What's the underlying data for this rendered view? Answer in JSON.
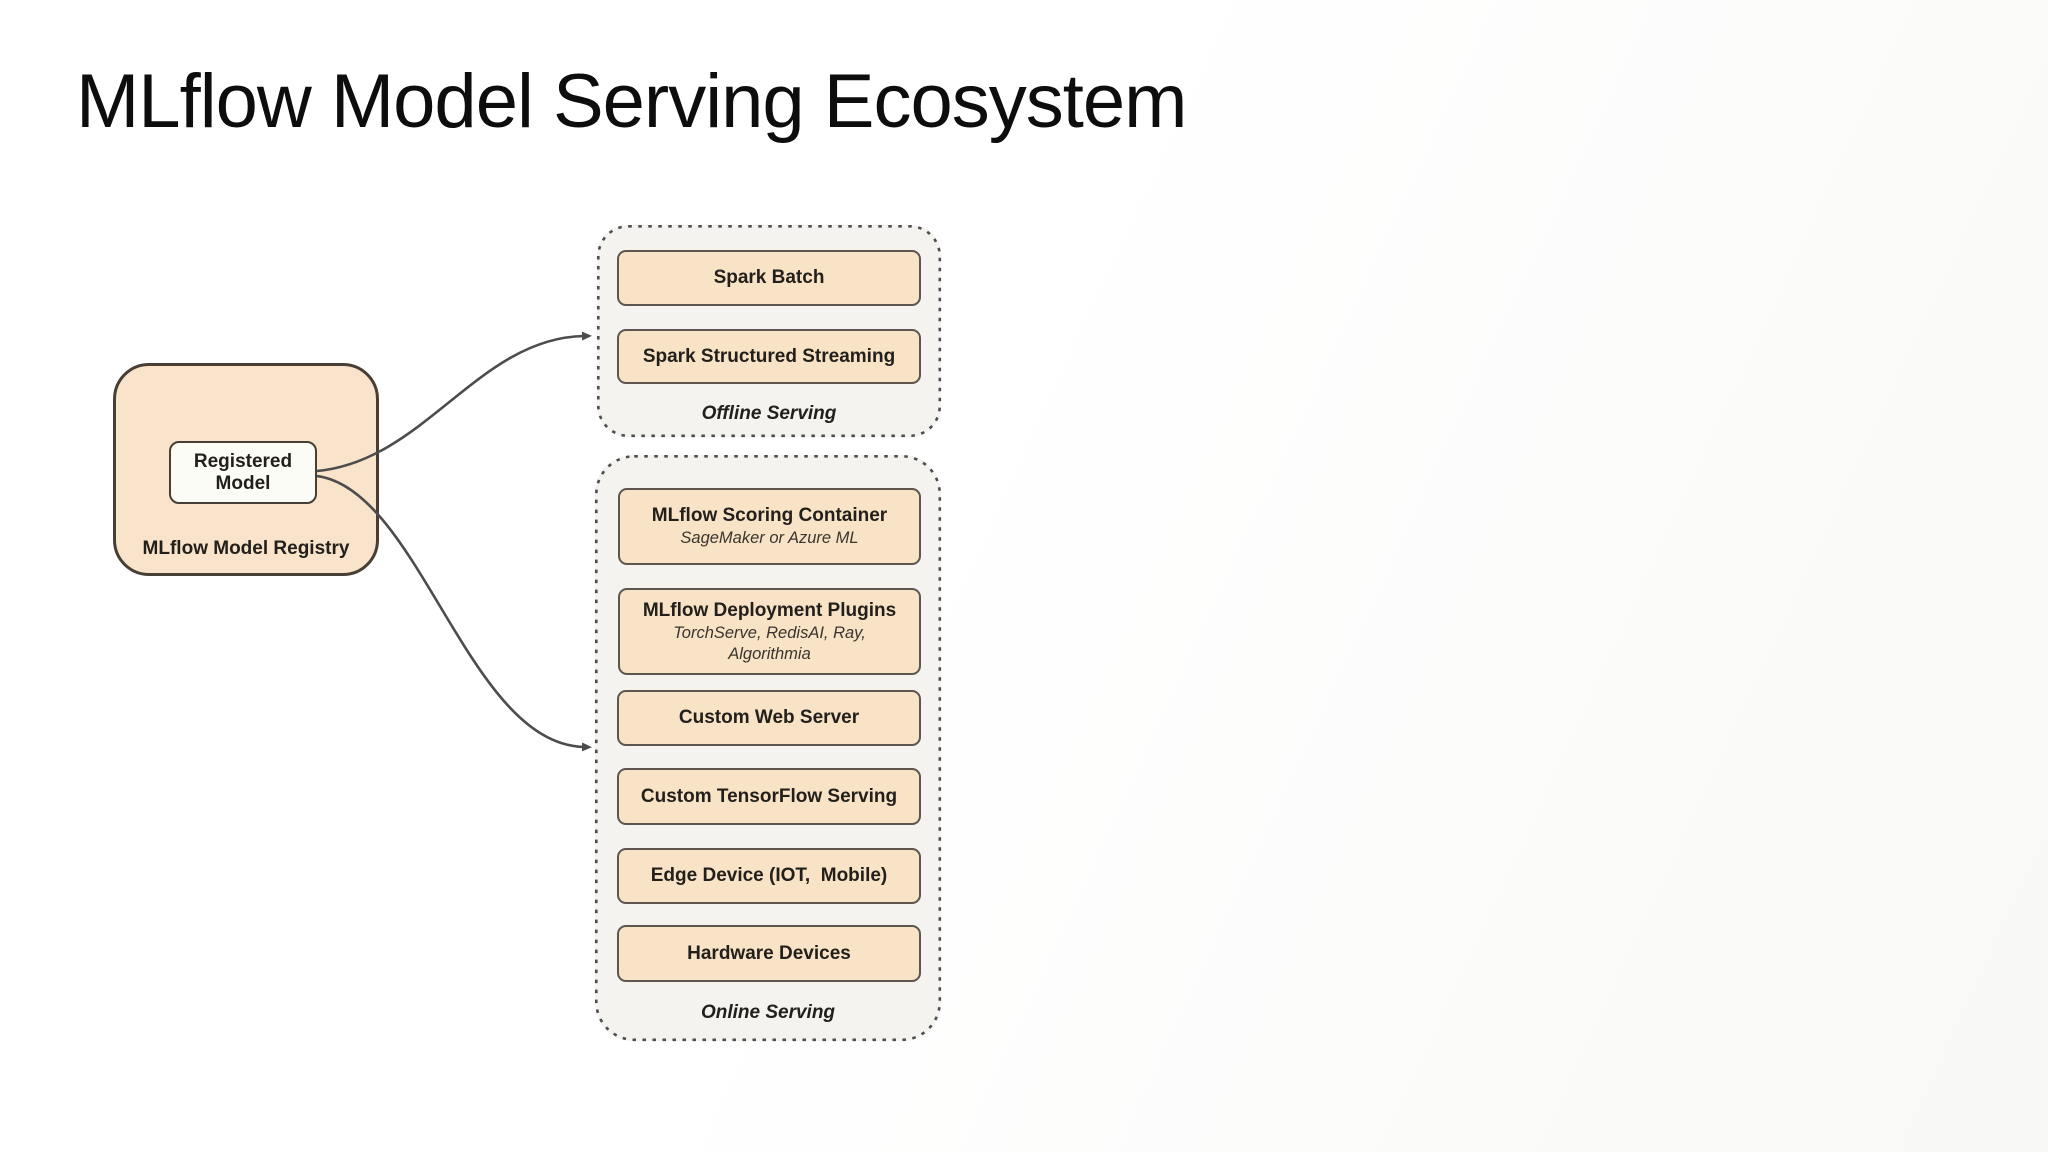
{
  "title": "MLflow Model Serving Ecosystem",
  "registry": {
    "node_label": "Registered\nModel",
    "label": "MLflow Model Registry"
  },
  "offline": {
    "label": "Offline Serving",
    "nodes": [
      {
        "title": "Spark Batch"
      },
      {
        "title": "Spark Structured Streaming"
      }
    ]
  },
  "online": {
    "label": "Online Serving",
    "nodes": [
      {
        "title": "MLflow Scoring Container",
        "subtitle": "SageMaker or Azure ML"
      },
      {
        "title": "MLflow Deployment Plugins",
        "subtitle": "TorchServe, RedisAI, Ray,\nAlgorithmia"
      },
      {
        "title": "Custom Web Server"
      },
      {
        "title": "Custom TensorFlow Serving"
      },
      {
        "title": "Edge Device (IOT,  Mobile)"
      },
      {
        "title": "Hardware Devices"
      }
    ]
  },
  "colors": {
    "node_fill": "#f8e3c6",
    "node_border": "#5c564e",
    "group_fill": "#f4f3ef",
    "group_border": "#4d4d4d",
    "registry_fill": "#f9e3ca",
    "registry_border": "#473f35",
    "arrow": "#4c4c4c",
    "text": "#23201c",
    "background": "#ffffff"
  }
}
